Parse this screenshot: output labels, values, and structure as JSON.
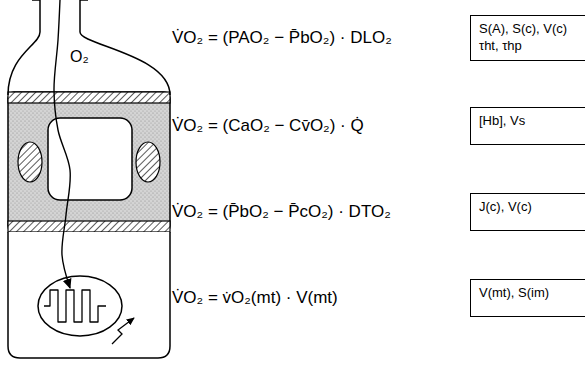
{
  "diagram": {
    "nodes": [
      {
        "text": [
          "O₂"
        ]
      },
      {
        "text": [
          "S(A), S(c), V(c) τht, τhp"
        ]
      },
      {
        "text": [
          "[Hb], Vs"
        ]
      },
      {
        "text": [
          "J(c), V(c)"
        ]
      },
      {
        "text": [
          "V(mt), S(im)"
        ]
      }
    ],
    "labels": [
      "V̇O₂ = (PAO₂ − P̄bO₂) · DLO₂",
      "V̇O₂ = (CaO₂ − Cv̄O₂) · Q̇",
      "V̇O₂ = (P̄bO₂ − P̄cO₂) · DTO₂",
      "V̇O₂ = v̇O₂(mt) · V(mt)"
    ]
  }
}
